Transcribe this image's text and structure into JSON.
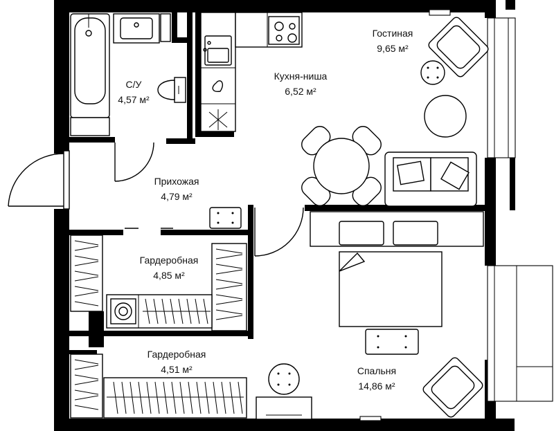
{
  "rooms": {
    "bathroom": {
      "name": "С/У",
      "area": "4,57 м²"
    },
    "kitchen": {
      "name": "Кухня-ниша",
      "area": "6,52 м²"
    },
    "living": {
      "name": "Гостиная",
      "area": "9,65 м²"
    },
    "hallway": {
      "name": "Прихожая",
      "area": "4,79 м²"
    },
    "wardrobe_1": {
      "name": "Гардеробная",
      "area": "4,85 м²"
    },
    "wardrobe_2": {
      "name": "Гардеробная",
      "area": "4,51 м²"
    },
    "bedroom": {
      "name": "Спальня",
      "area": "14,86 м²"
    }
  }
}
